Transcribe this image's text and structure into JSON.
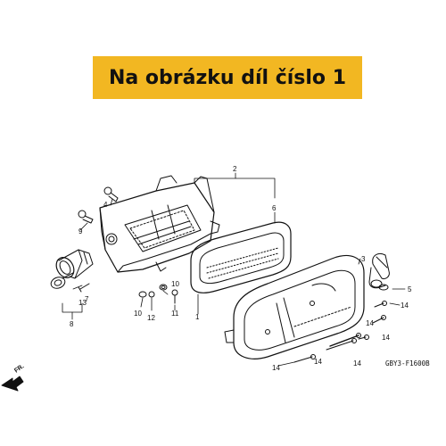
{
  "banner": {
    "text": "Na obrázku díl číslo 1",
    "color": "#f2b722"
  },
  "diagram": {
    "direction_label": "FR.",
    "drawing_code": "GBY3-F1600B",
    "callouts": {
      "c1": "1",
      "c2": "2",
      "c3": "3",
      "c4": "4",
      "c5": "5",
      "c6": "6",
      "c7": "7",
      "c8": "8",
      "c9": "9",
      "c10a": "10",
      "c10b": "10",
      "c11": "11",
      "c12": "12",
      "c13": "13",
      "c14a": "14",
      "c14b": "14",
      "c14c": "14",
      "c14d": "14",
      "c14e": "14",
      "c14f": "14"
    }
  }
}
